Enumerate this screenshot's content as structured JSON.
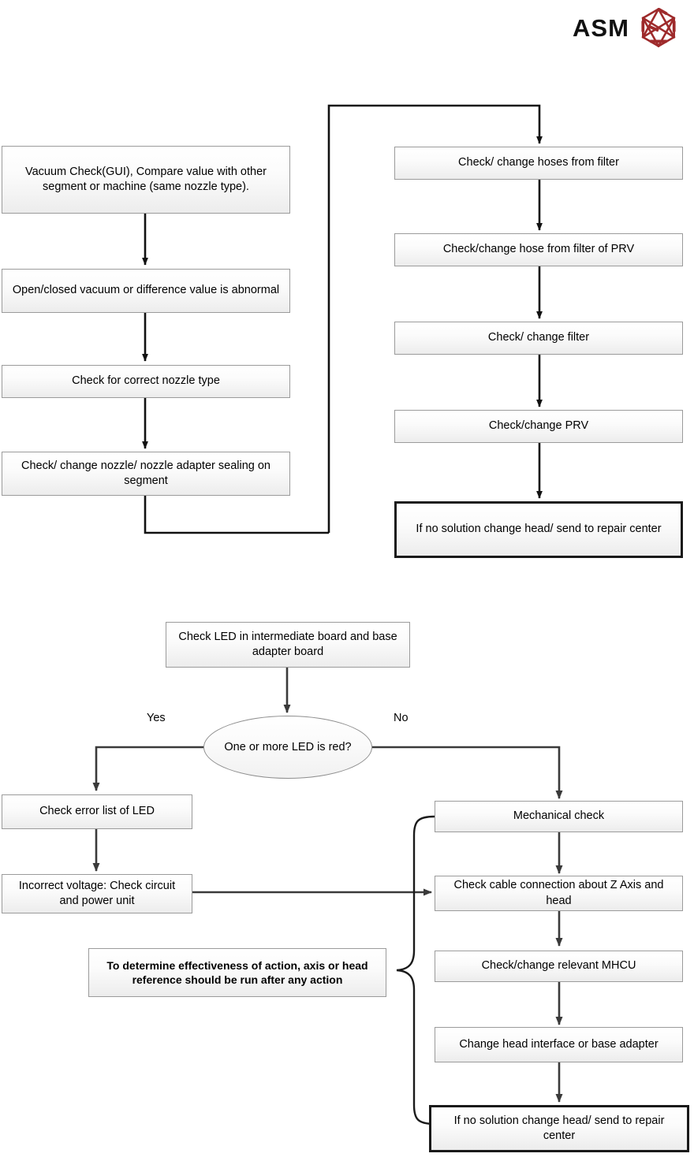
{
  "brand": {
    "name": "ASM",
    "logo_icon": "asm-hexagon-logo-icon",
    "logo_color": "#9e2a2b"
  },
  "diagram": {
    "title": "Vacuum and head error troubleshooting flowchart",
    "line_color": "#3a3a3a",
    "box_border_color": "#9b9b9b",
    "terminal_border_color": "#1a1a1a"
  },
  "flow_vacuum": {
    "left_column": [
      {
        "id": "vacuum-check",
        "label": "Vacuum Check(GUI), Compare value with other segment or machine (same nozzle type)."
      },
      {
        "id": "abnormal-value",
        "label": "Open/closed vacuum or difference value is abnormal"
      },
      {
        "id": "correct-nozzle-type",
        "label": "Check for correct nozzle type"
      },
      {
        "id": "nozzle-sealing",
        "label": "Check/ change nozzle/ nozzle adapter sealing on segment"
      }
    ],
    "right_column": [
      {
        "id": "hoses-from-filter",
        "label": "Check/ change hoses from filter"
      },
      {
        "id": "hose-filter-prv",
        "label": "Check/change hose from filter of PRV"
      },
      {
        "id": "change-filter",
        "label": "Check/ change filter"
      },
      {
        "id": "change-prv",
        "label": "Check/change PRV"
      },
      {
        "id": "vacuum-terminal",
        "label": "If no solution change head/ send to repair center",
        "terminal": true
      }
    ]
  },
  "flow_led": {
    "start": {
      "id": "check-led",
      "label": "Check LED in intermediate board and base adapter board"
    },
    "decision": {
      "id": "led-red-decision",
      "label": "One or more LED is red?"
    },
    "branch_labels": {
      "yes": "Yes",
      "no": "No"
    },
    "yes_column": [
      {
        "id": "error-list-led",
        "label": "Check error list of LED"
      },
      {
        "id": "incorrect-voltage",
        "label": "Incorrect voltage: Check circuit and power unit"
      }
    ],
    "note": {
      "id": "reference-note",
      "label": "To determine effectiveness of action, axis or head reference should be run after any action"
    },
    "no_column": [
      {
        "id": "mechanical-check",
        "label": "Mechanical check"
      },
      {
        "id": "cable-connection",
        "label": "Check cable connection about Z Axis and head"
      },
      {
        "id": "relevant-mhcu",
        "label": "Check/change relevant MHCU"
      },
      {
        "id": "head-interface",
        "label": "Change head interface or base adapter"
      },
      {
        "id": "led-terminal",
        "label": "If no solution change head/ send to repair center",
        "terminal": true
      }
    ]
  }
}
